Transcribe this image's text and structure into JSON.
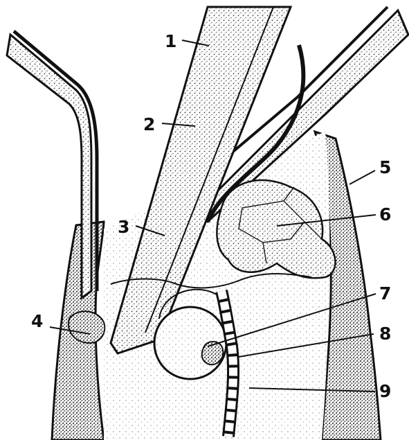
{
  "figure": {
    "labels": [
      {
        "id": "1",
        "text": "1"
      },
      {
        "id": "2",
        "text": "2"
      },
      {
        "id": "3",
        "text": "3"
      },
      {
        "id": "4",
        "text": "4"
      },
      {
        "id": "5",
        "text": "5"
      },
      {
        "id": "6",
        "text": "6"
      },
      {
        "id": "7",
        "text": "7"
      },
      {
        "id": "8",
        "text": "8"
      },
      {
        "id": "9",
        "text": "9"
      }
    ]
  },
  "colors": {
    "ink": "#111111",
    "paper": "#ffffff",
    "stipple": "#444444"
  }
}
